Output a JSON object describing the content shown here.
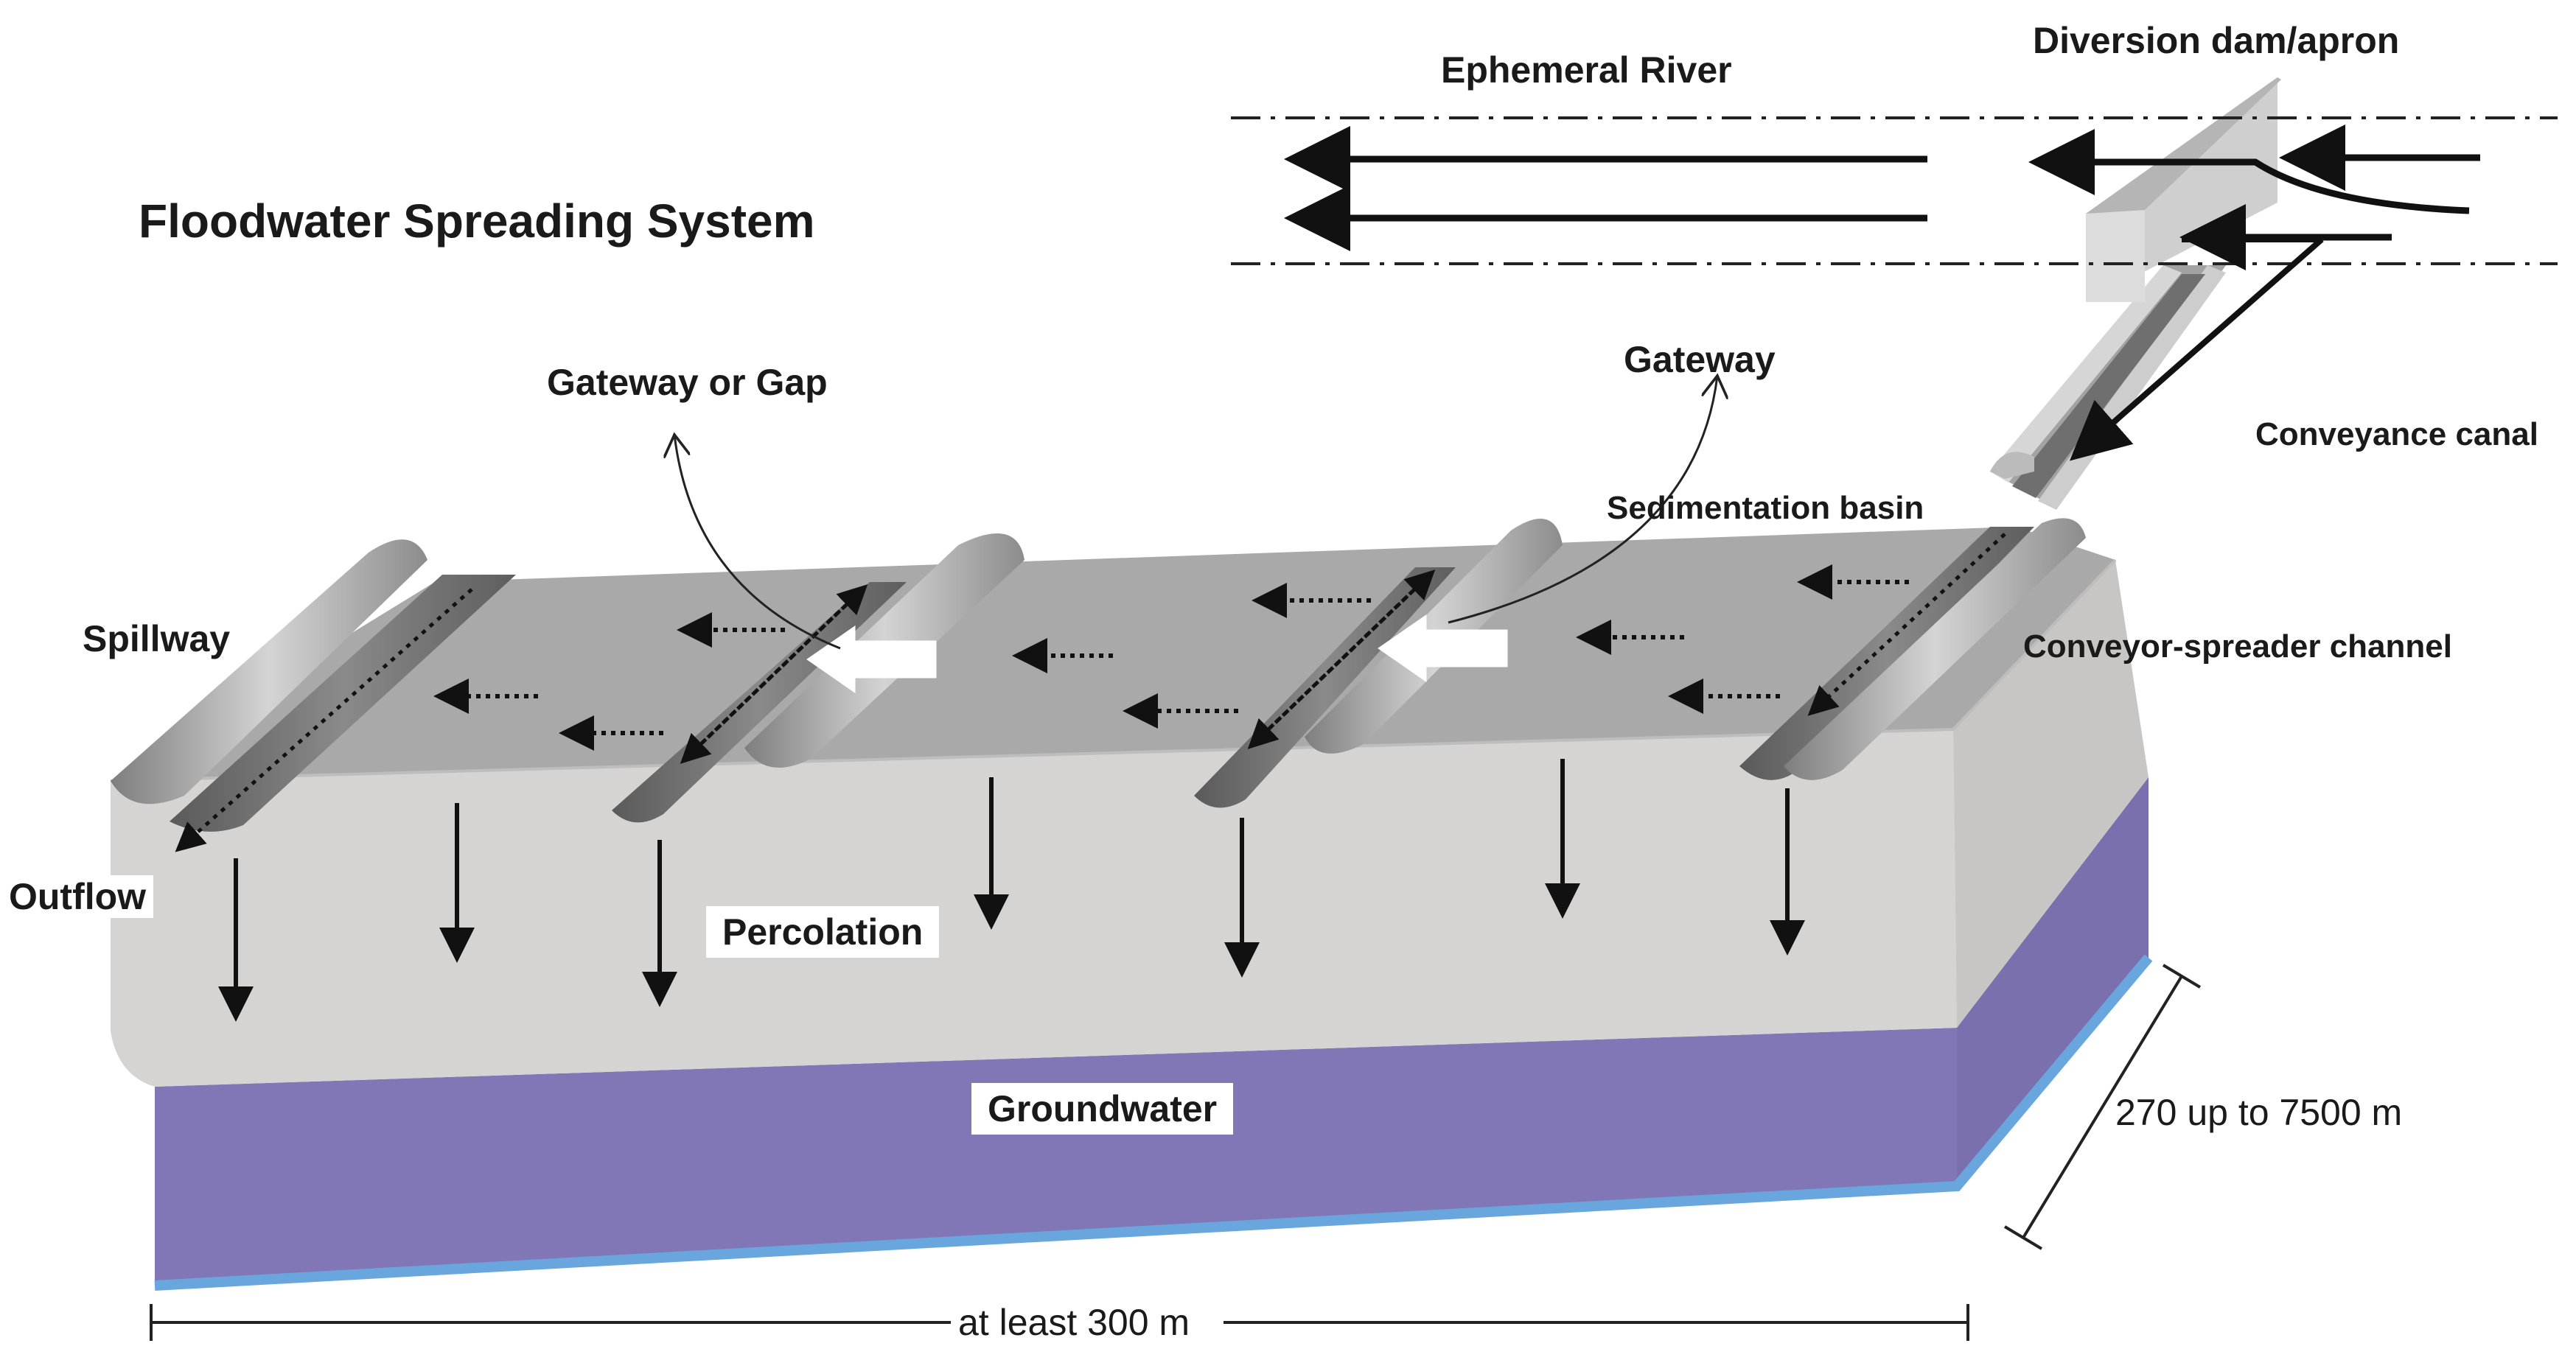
{
  "title": "Floodwater Spreading System",
  "labels": {
    "ephemeral_river": "Ephemeral River",
    "diversion_dam": "Diversion dam/apron",
    "conveyance_canal": "Conveyance canal",
    "gateway_or_gap": "Gateway or Gap",
    "gateway": "Gateway",
    "sedimentation_basin": "Sedimentation basin",
    "conveyor_spreader": "Conveyor-spreader channel",
    "spillway": "Spillway",
    "outflow": "Outflow",
    "percolation": "Percolation",
    "groundwater": "Groundwater",
    "width_dimension": "270 up to 7500 m",
    "length_dimension": "at least 300 m"
  },
  "colors": {
    "surface_top": "#a9a9a9",
    "soil_front": "#d6d3d3",
    "soil_side": "#c8c5c5",
    "groundwater": "#8277b6",
    "groundwater_edge": "#6aa6de",
    "arrow": "#111111",
    "white_arrow": "#ffffff"
  }
}
